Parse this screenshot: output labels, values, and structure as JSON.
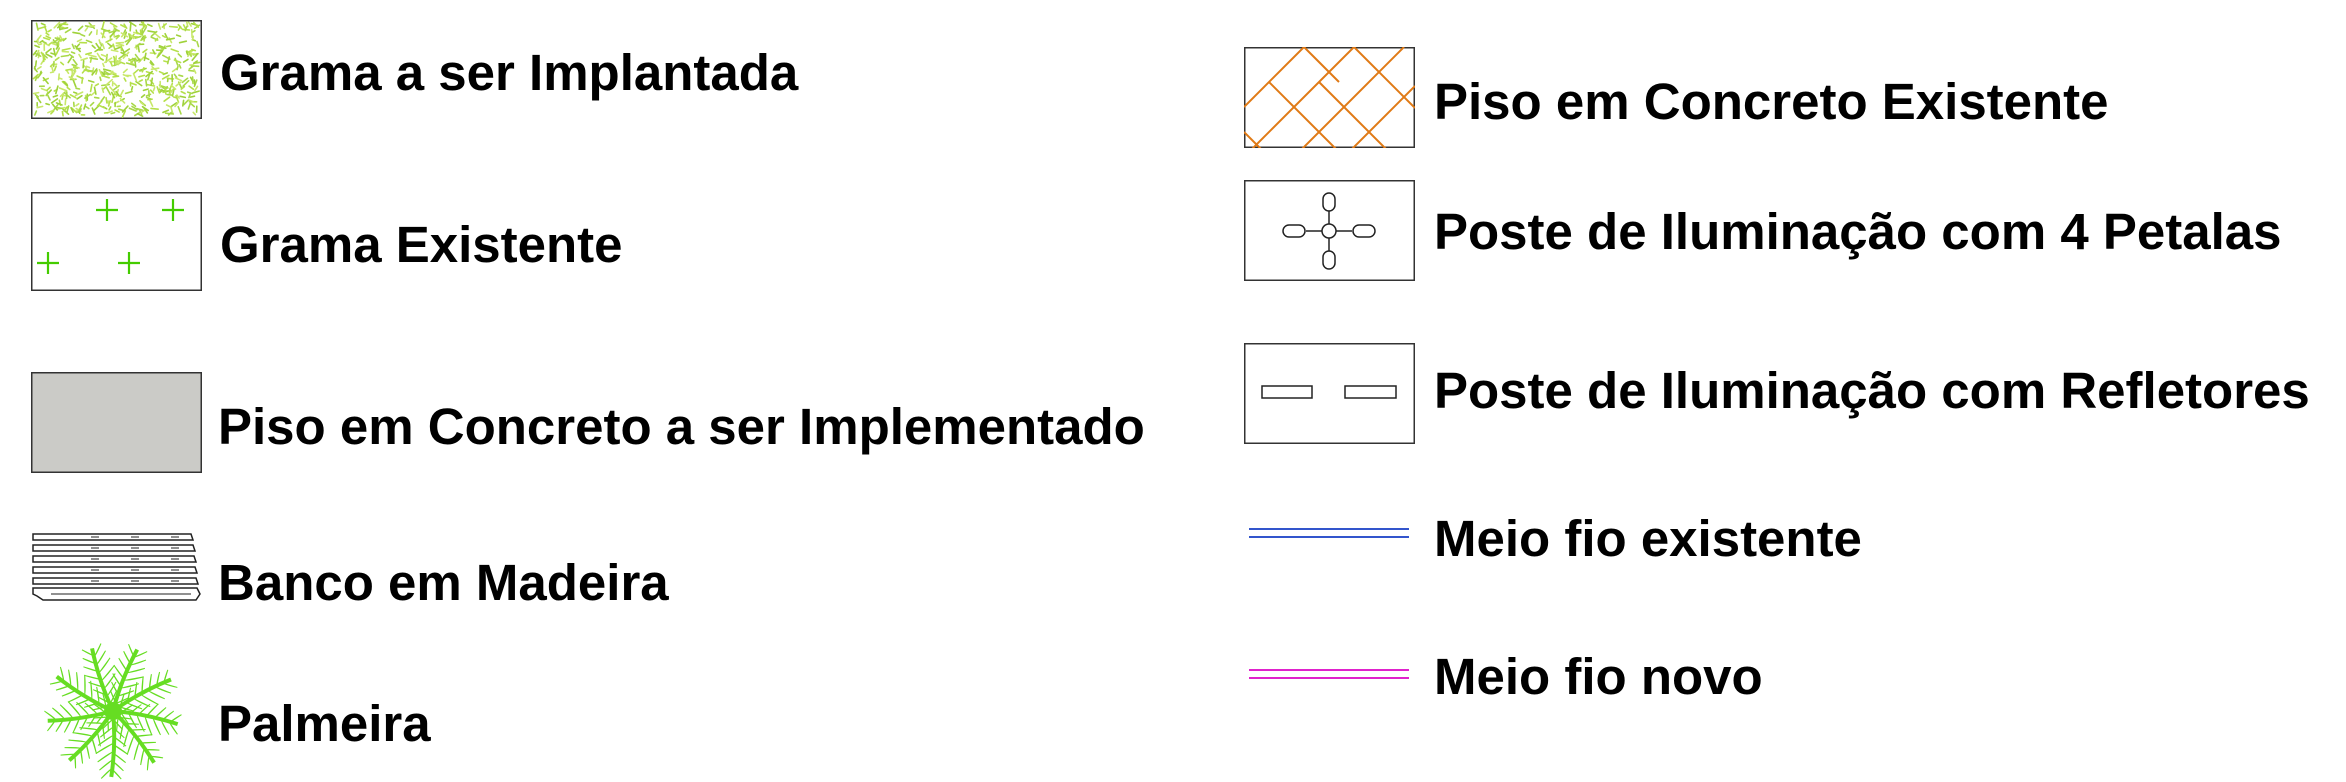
{
  "legend": {
    "left": [
      {
        "label": "Grama a ser Implantada",
        "symbol": "grass-to-plant-pattern"
      },
      {
        "label": "Grama Existente",
        "symbol": "existing-grass-pattern"
      },
      {
        "label": "Piso em Concreto a ser Implementado",
        "symbol": "new-concrete-fill"
      },
      {
        "label": "Banco em Madeira",
        "symbol": "wooden-bench-icon"
      },
      {
        "label": "Palmeira",
        "symbol": "palm-tree-icon"
      }
    ],
    "right": [
      {
        "label": "Piso em Concreto Existente",
        "symbol": "existing-concrete-hatch"
      },
      {
        "label": "Poste de Iluminação com 4 Petalas",
        "symbol": "four-petal-light-pole-icon"
      },
      {
        "label": "Poste de Iluminação com Refletores",
        "symbol": "reflector-light-pole-icon"
      },
      {
        "label": "Meio fio existente",
        "symbol": "existing-curb-line"
      },
      {
        "label": "Meio fio novo",
        "symbol": "new-curb-line"
      }
    ]
  },
  "colors": {
    "grass_light": "#b5e04a",
    "grass_plus": "#44cc00",
    "concrete_fill": "#cbcbc7",
    "concrete_hatch": "#e07a16",
    "palm": "#66dd22",
    "curb_existing": "#3355cc",
    "curb_new": "#e022cc",
    "outline": "#333333"
  }
}
